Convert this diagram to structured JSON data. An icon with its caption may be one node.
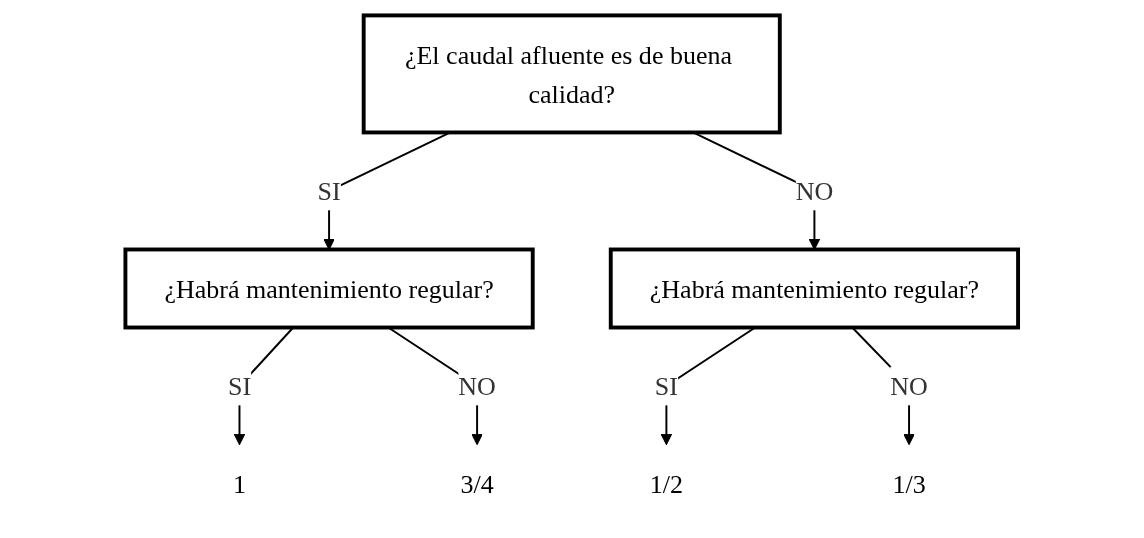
{
  "diagram": {
    "nodes": [
      {
        "text": [
          "¿El caudal afluente es de buena calidad?"
        ]
      },
      {
        "text": [
          "¿Habrá mantenimiento regular?"
        ]
      },
      {
        "text": [
          "¿Habrá mantenimiento regular?"
        ]
      },
      {
        "text": [
          "1"
        ]
      },
      {
        "text": [
          "3/4"
        ]
      },
      {
        "text": [
          "1/2"
        ]
      },
      {
        "text": [
          "1/3"
        ]
      }
    ],
    "edges": [
      {
        "from": 0,
        "to": 1,
        "arrow": "to",
        "label": "SI"
      },
      {
        "from": 0,
        "to": 2,
        "arrow": "to",
        "label": "NO"
      },
      {
        "from": 1,
        "to": 3,
        "arrow": "to",
        "label": "SI"
      },
      {
        "from": 1,
        "to": 4,
        "arrow": "to",
        "label": "NO"
      },
      {
        "from": 2,
        "to": 5,
        "arrow": "to",
        "label": "SI"
      },
      {
        "from": 2,
        "to": 6,
        "arrow": "to",
        "label": "NO"
      }
    ]
  }
}
